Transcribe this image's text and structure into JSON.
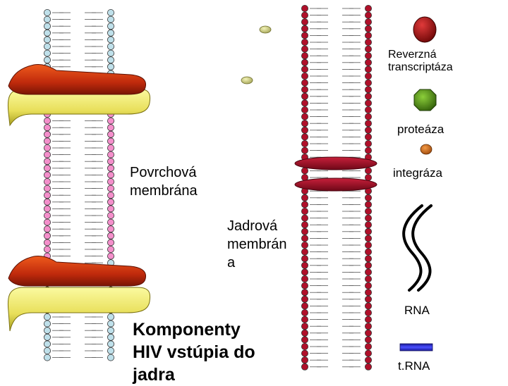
{
  "labels": {
    "reverse_transcriptase": "Reverzná\ntranscriptáza",
    "protease": "proteáza",
    "integrase": "integráza",
    "surface_membrane": "Povrchová\nmembrána",
    "nuclear_membrane": "Jadrová\nmembrán\na",
    "rna": "RNA",
    "trna": "t.RNA",
    "title": "Komponenty\nHIV vstúpia do\njadra"
  },
  "colors": {
    "surface_bead_plain": "#bfe0ea",
    "surface_bead_pink": "#f48fcb",
    "nuclear_bead": "#b0102a",
    "receptor_red": "#d2380f",
    "receptor_yellow": "#f2ec6a",
    "pore_red": "#a5122e",
    "reverse_transcriptase": "#9e0e0e",
    "protease": "#4f8a12",
    "integrase": "#c8641a",
    "virion_particle": "#d8d884",
    "trna": "#2a2ee0"
  },
  "icons": [
    "reverse-transcriptase-icon",
    "protease-icon",
    "integrase-icon",
    "rna-icon",
    "trna-icon"
  ]
}
